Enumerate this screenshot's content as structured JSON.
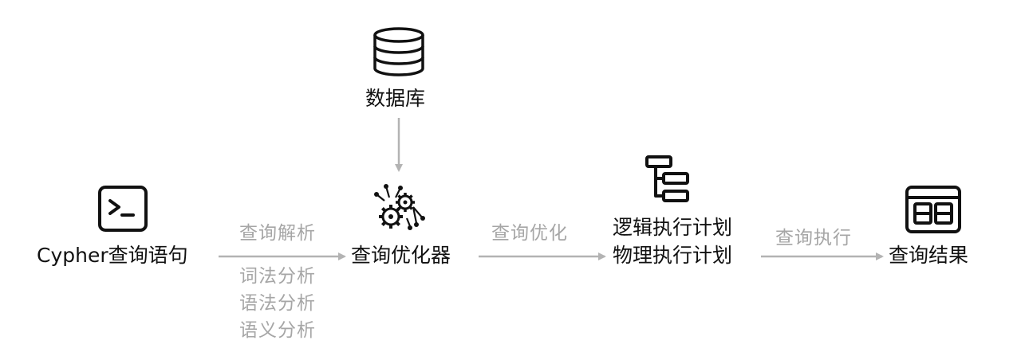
{
  "nodes": {
    "cypher": {
      "label": "Cypher查询语句",
      "icon": "terminal-icon"
    },
    "database": {
      "label": "数据库",
      "icon": "database-icon"
    },
    "optimizer": {
      "label": "查询优化器",
      "icon": "gears-network-icon"
    },
    "plan": {
      "label_line1": "逻辑执行计划",
      "label_line2": "物理执行计划",
      "icon": "tree-plan-icon"
    },
    "result": {
      "label": "查询结果",
      "icon": "result-panel-icon"
    }
  },
  "edges": {
    "parse": {
      "label": "查询解析",
      "sub": [
        "词法分析",
        "语法分析",
        "语义分析"
      ]
    },
    "optimize": {
      "label": "查询优化"
    },
    "execute": {
      "label": "查询执行"
    }
  },
  "colors": {
    "arrow": "#b3b3b3",
    "edge_text": "#a6a6a6",
    "node_text": "#111111",
    "icon": "#111111"
  }
}
